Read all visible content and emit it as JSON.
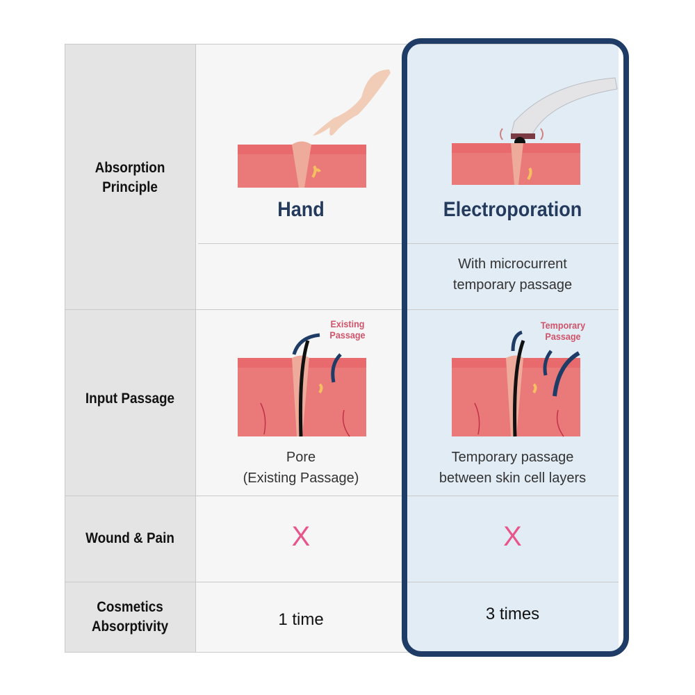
{
  "row_labels": [
    "Absorption Principle",
    "Input Passage",
    "Wound & Pain",
    "Cosmetics Absorptivity"
  ],
  "columns": [
    {
      "heading": "Hand",
      "principle_desc": "",
      "passage_tag": "Existing Passage",
      "passage_desc": [
        "Pore",
        "(Existing Passage)"
      ],
      "wound_pain": "X",
      "absorptivity": "1 time"
    },
    {
      "heading": "Electroporation",
      "principle_desc": [
        "With microcurrent",
        "temporary passage"
      ],
      "passage_tag": "Temporary Passage",
      "passage_desc": [
        "Temporary passage",
        "between skin cell layers"
      ],
      "wound_pain": "X",
      "absorptivity": "3 times"
    }
  ],
  "colors": {
    "frame": "#1e3c66",
    "heading": "#243b5e",
    "x_mark": "#e8558a",
    "skin": "#ea7a7a"
  }
}
